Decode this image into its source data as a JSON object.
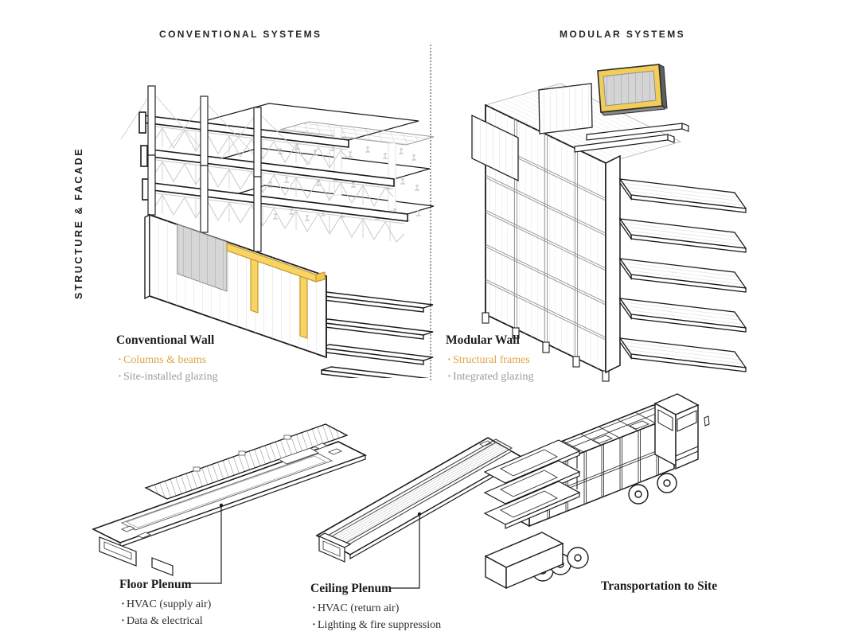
{
  "colors": {
    "accent": "#DFA446",
    "muted": "#9B9B9B",
    "ink": "#2E2E2E",
    "highlight_fill": "#F7D463",
    "highlight_stroke": "#C7992F",
    "glazing": "#D6D6D6"
  },
  "headers": {
    "left": "CONVENTIONAL SYSTEMS",
    "right": "MODULAR SYSTEMS"
  },
  "side_label": "STRUCTURE & FACADE",
  "sections": {
    "conventional_wall": {
      "title": "Conventional Wall",
      "bullets": [
        {
          "text": "Columns & beams",
          "color": "accent"
        },
        {
          "text": "Site-installed glazing",
          "color": "muted"
        }
      ]
    },
    "modular_wall": {
      "title": "Modular Wall",
      "bullets": [
        {
          "text": "Structural frames",
          "color": "accent"
        },
        {
          "text": "Integrated glazing",
          "color": "muted"
        }
      ]
    },
    "floor_plenum": {
      "title": "Floor Plenum",
      "bullets": [
        {
          "text": "HVAC (supply air)",
          "color": "ink"
        },
        {
          "text": "Data & electrical",
          "color": "ink"
        }
      ]
    },
    "ceiling_plenum": {
      "title": "Ceiling Plenum",
      "bullets": [
        {
          "text": "HVAC (return air)",
          "color": "ink"
        },
        {
          "text": "Lighting & fire suppression",
          "color": "ink"
        }
      ]
    },
    "transportation": {
      "title": "Transportation to Site"
    }
  }
}
